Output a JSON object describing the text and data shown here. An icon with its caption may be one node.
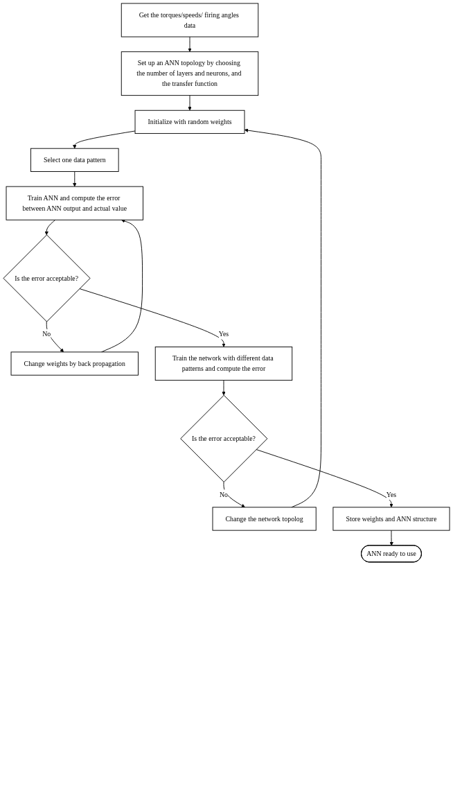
{
  "diagram": {
    "nodes": [
      {
        "text": [
          "Get the torques/speeds/ firing angles data"
        ]
      },
      {
        "text": [
          "Set up an ANN topology by choosing the number of layers and neurons, and the transfer function"
        ]
      },
      {
        "text": [
          "Initialize with random weights"
        ]
      },
      {
        "text": [
          "Select one data pattern"
        ]
      },
      {
        "text": [
          "Train ANN and compute the error between ANN output and actual value"
        ]
      },
      {
        "text": [
          "Change weights by back propagation"
        ]
      },
      {
        "text": [
          "Is the error acceptable?"
        ]
      },
      {
        "text": [
          "Change the network topolog"
        ]
      },
      {
        "text": [
          "Train the network with different data patterns and compute the error"
        ]
      },
      {
        "text": [
          "Is the error acceptable?"
        ]
      },
      {
        "text": [
          "Store weights and ANN structure"
        ]
      },
      {
        "text": [
          "ANN ready to use"
        ]
      }
    ],
    "edges": [
      {
        "from": 0,
        "to": 1,
        "arrow": "to"
      },
      {
        "from": 1,
        "to": 2,
        "arrow": "to"
      },
      {
        "from": 2,
        "to": 3,
        "arrow": "to"
      },
      {
        "from": 3,
        "to": 4,
        "arrow": "to"
      },
      {
        "from": 4,
        "to": 6,
        "arrow": "to"
      },
      {
        "from": 6,
        "to": 5,
        "arrow": "to",
        "label": "No"
      },
      {
        "from": 5,
        "to": 4,
        "arrow": "to"
      },
      {
        "from": 6,
        "to": 8,
        "arrow": "to",
        "label": "Yes"
      },
      {
        "from": 8,
        "to": 9,
        "arrow": "to"
      },
      {
        "from": 9,
        "to": 7,
        "arrow": "to",
        "label": "No"
      },
      {
        "from": 7,
        "to": 2,
        "arrow": "to"
      },
      {
        "from": 9,
        "to": 10,
        "arrow": "to",
        "label": "Yes"
      },
      {
        "from": 10,
        "to": 11,
        "arrow": "to"
      }
    ]
  }
}
